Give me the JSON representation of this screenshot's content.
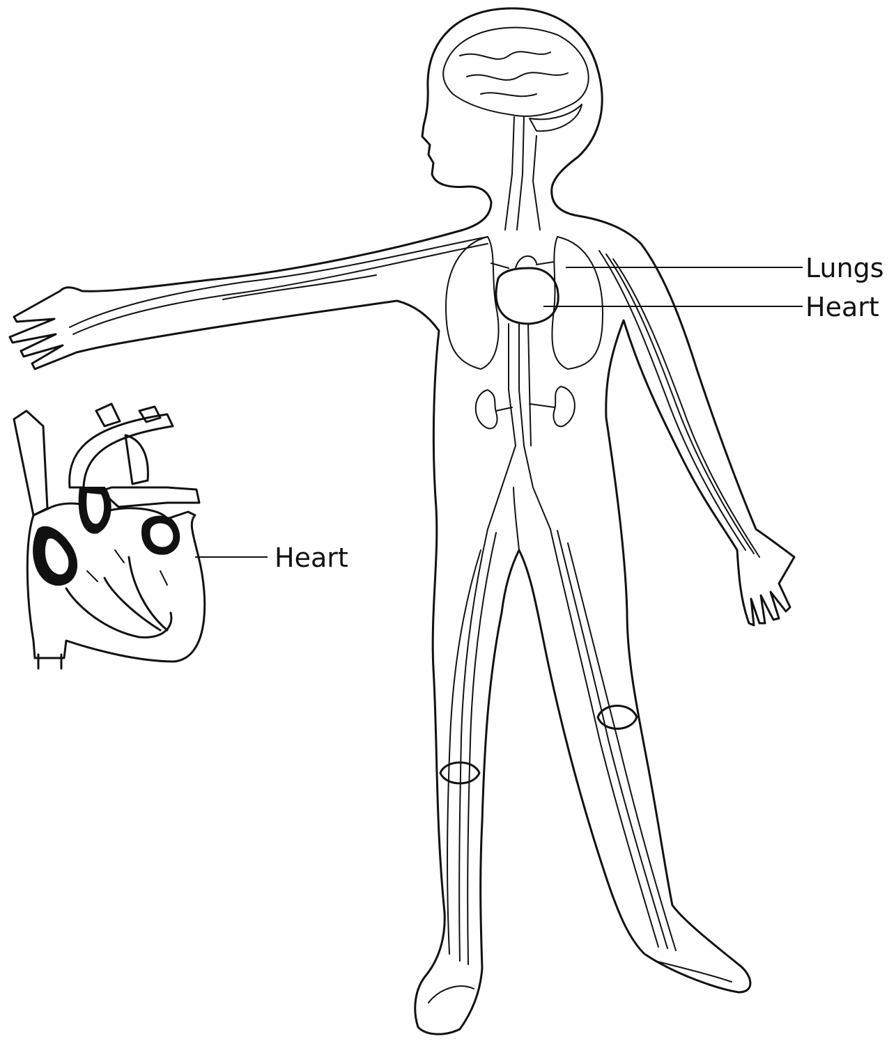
{
  "labels": {
    "lungs": "Lungs",
    "heart_body": "Heart",
    "heart_detail": "Heart"
  },
  "colors": {
    "ink": "#111111",
    "background": "#ffffff"
  }
}
